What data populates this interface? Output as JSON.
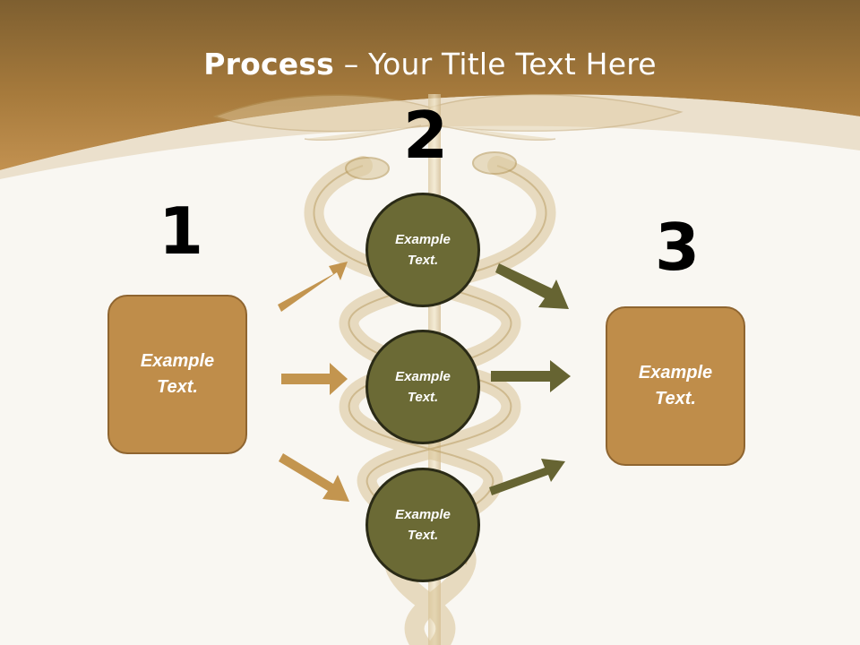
{
  "slide": {
    "title_bold": "Process",
    "title_rest": " – Your Title Text Here",
    "steps": {
      "one": {
        "number": "1",
        "text": "Example\nText."
      },
      "two": {
        "number": "2",
        "items": [
          {
            "text": "Example\nText."
          },
          {
            "text": "Example\nText."
          },
          {
            "text": "Example\nText."
          }
        ]
      },
      "three": {
        "number": "3",
        "text": "Example\nText."
      }
    }
  },
  "colors": {
    "header": "#b88a48",
    "box_fill": "#bf8d4a",
    "circle_fill": "#6b6a35",
    "arrow_left": "#c3954f",
    "arrow_right": "#666432"
  }
}
